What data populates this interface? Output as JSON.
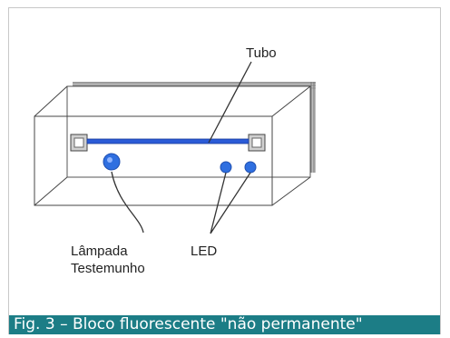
{
  "labels": {
    "tube": "Tubo",
    "witness_lamp_line1": "Lâmpada",
    "witness_lamp_line2": "Testemunho",
    "led": "LED"
  },
  "caption": "Fig. 3 – Bloco fluorescente \"não permanente\"",
  "colors": {
    "caption_background": "#1c7d86",
    "tube": "#2b5bd7",
    "lamp": "#2f6fe0",
    "outline": "#444444"
  }
}
